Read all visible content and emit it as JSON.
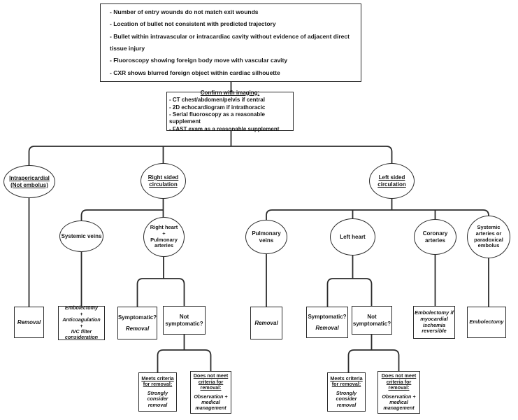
{
  "colors": {
    "line": "#2b2b2b",
    "background": "#ffffff"
  },
  "criteria_box": {
    "lines": [
      "- Number of entry wounds do not match exit wounds",
      "- Location of bullet not consistent with predicted trajectory",
      "- Bullet within intravascular or intracardiac cavity without evidence of adjacent direct tissue injury",
      "- Fluoroscopy showing foreign body move with vascular cavity",
      "- CXR shows blurred foreign object within cardiac silhouette"
    ]
  },
  "imaging_box": {
    "title": "Confirm with imaging:",
    "items": [
      "- CT chest/abdomen/pelvis if central",
      "- 2D echocardiogram if intrathoracic",
      "- Serial fluoroscopy as a reasonable supplement",
      "- FAST exam as a reasonable supplement"
    ]
  },
  "level1": {
    "intrapericardial": "Intrapericardial (Not embolus)",
    "right_sided": "Right sided circulation",
    "left_sided": "Left sided circulation"
  },
  "level2": {
    "systemic_veins": "Systemic veins",
    "right_heart": [
      "Right heart",
      "+",
      "Pulmonary arteries"
    ],
    "pulmonary_veins": "Pulmonary veins",
    "left_heart": "Left heart",
    "coronary_arteries": "Coronary arteries",
    "systemic_arteries": "Systemic arteries or paradoxical embolus"
  },
  "outcomes": {
    "removal": "Removal",
    "embolectomy_combo": [
      "Embolectomy",
      "+",
      "Anticoagulation",
      "+",
      "IVC filter consideration"
    ],
    "symptomatic": "Symptomatic?",
    "not_symptomatic": "Not symptomatic?",
    "embolectomy_ischemia": "Embolectomy if myocardial ischemia reversible",
    "embolectomy": "Embolectomy"
  },
  "criteria_outcomes": {
    "meets": {
      "title": "Meets criteria for removal:",
      "action": "Strongly consider removal"
    },
    "not_meets": {
      "title": "Does not meet criteria for removal:",
      "action": "Observation + medical management"
    }
  }
}
